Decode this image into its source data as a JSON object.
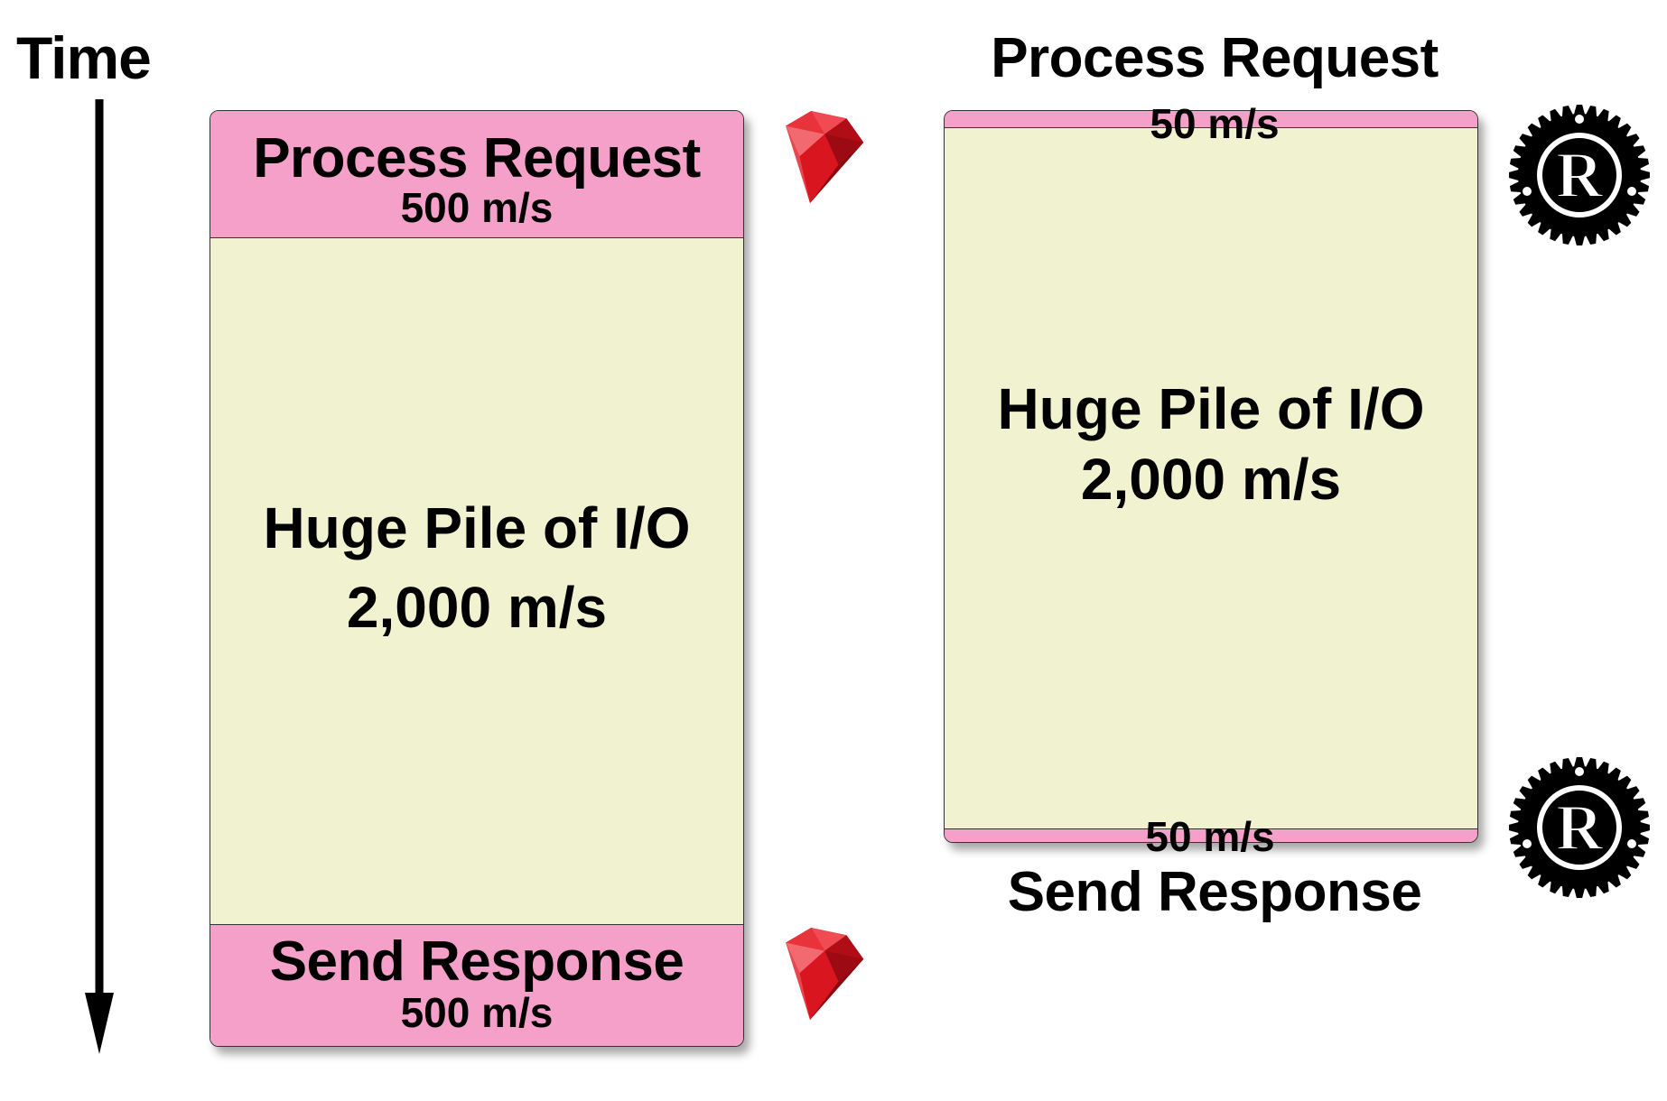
{
  "axis": {
    "label": "Time"
  },
  "ruby": {
    "process": {
      "title": "Process Request",
      "rate": "500 m/s"
    },
    "io": {
      "title": "Huge Pile of I/O",
      "rate": "2,000 m/s"
    },
    "send": {
      "title": "Send Response",
      "rate": "500 m/s"
    },
    "icon": "ruby-gem-icon"
  },
  "rust": {
    "process": {
      "title": "Process Request",
      "rate": "50 m/s"
    },
    "io": {
      "title": "Huge Pile of I/O",
      "rate": "2,000 m/s"
    },
    "send": {
      "title": "Send Response",
      "rate": "50 m/s"
    },
    "icon": "rust-logo-icon"
  },
  "colors": {
    "pink": "#f5a0c8",
    "io_fill": "#f1f3d0",
    "ruby_red": "#d4121c"
  }
}
